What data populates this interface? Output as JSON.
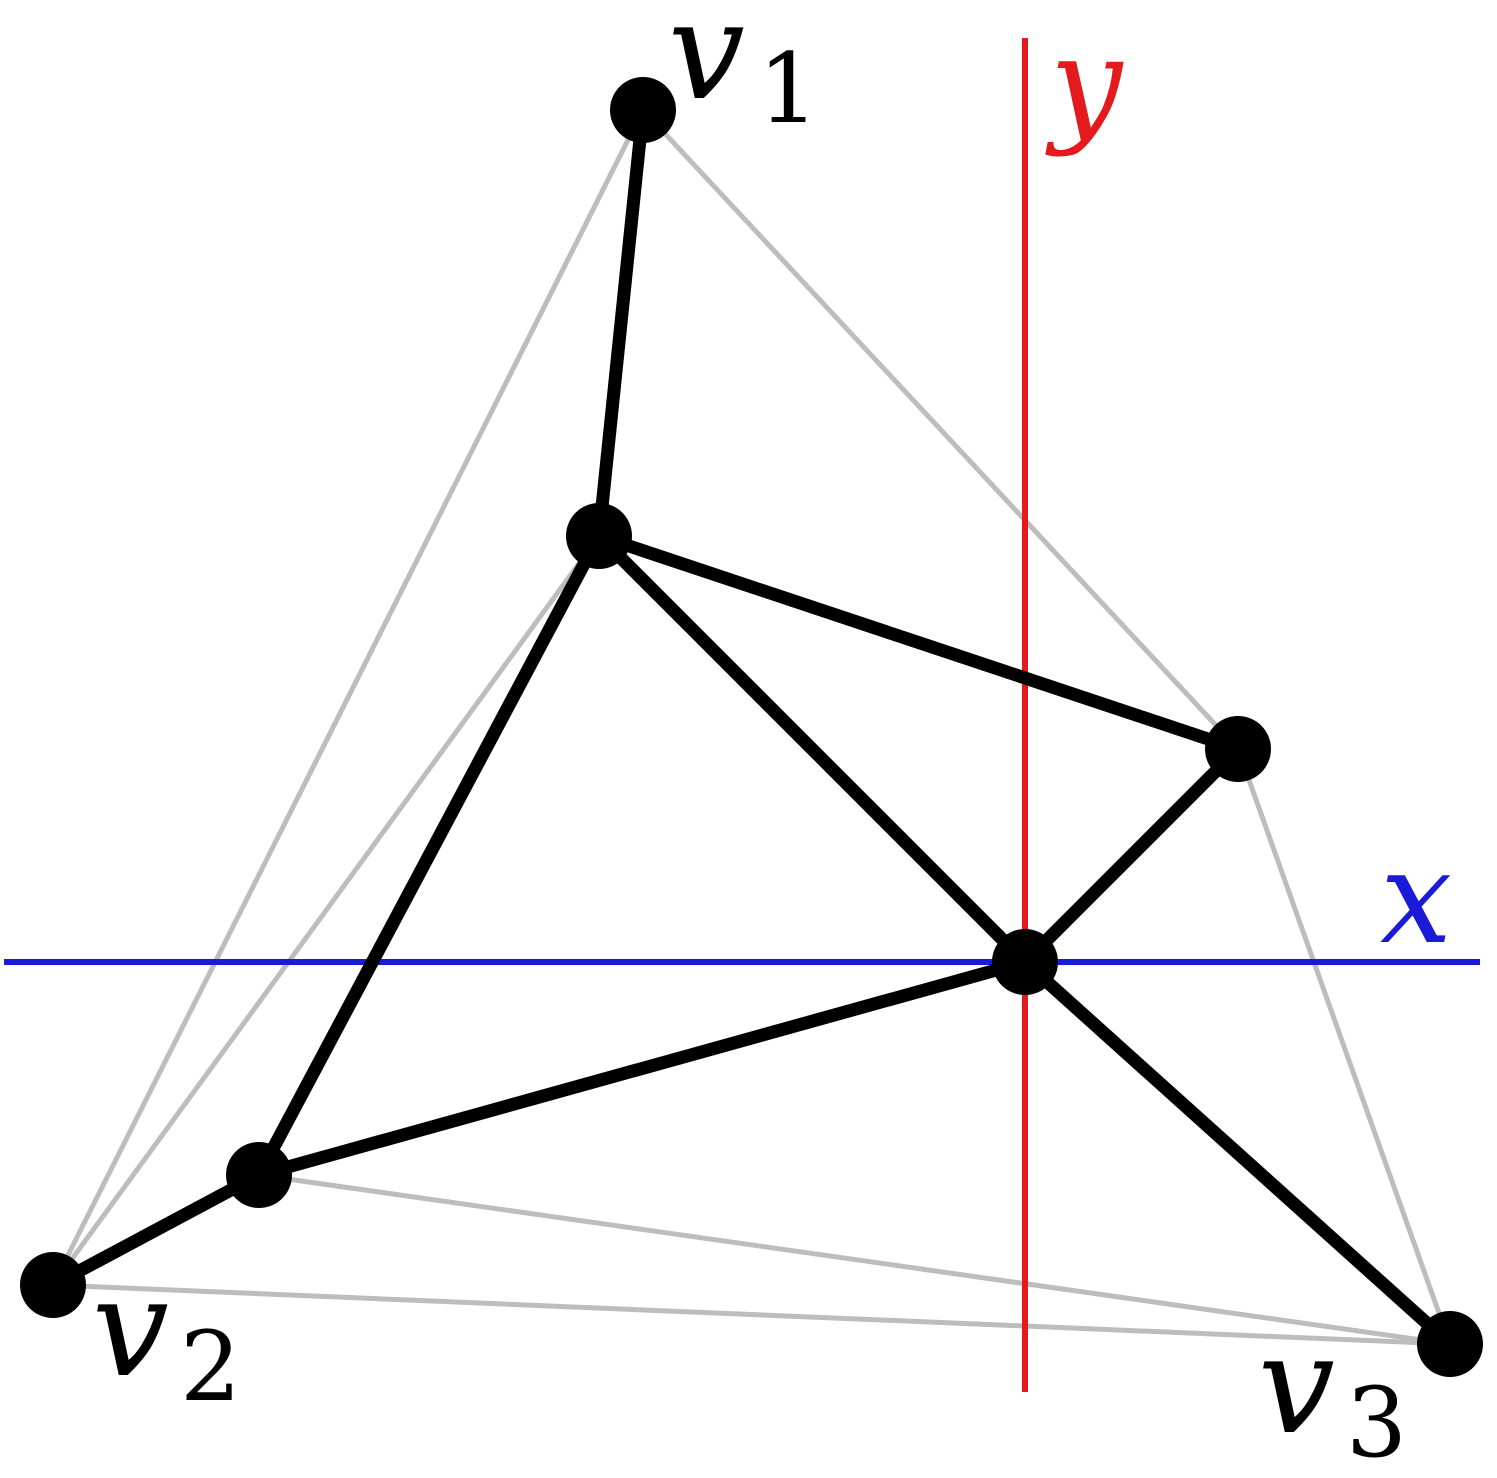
{
  "labels": {
    "v1": {
      "main": "v",
      "sub": "1"
    },
    "v2": {
      "main": "v",
      "sub": "2"
    },
    "v3": {
      "main": "v",
      "sub": "3"
    },
    "y_axis": "y",
    "x_axis": "x"
  },
  "colors": {
    "background": "#ffffff",
    "vertex": "#000000",
    "graph_edge": "#000000",
    "triangulation_edge": "#bdbdbd",
    "x_axis": "#1a1ad9",
    "y_axis": "#e41a1c",
    "label": "#000000"
  }
}
